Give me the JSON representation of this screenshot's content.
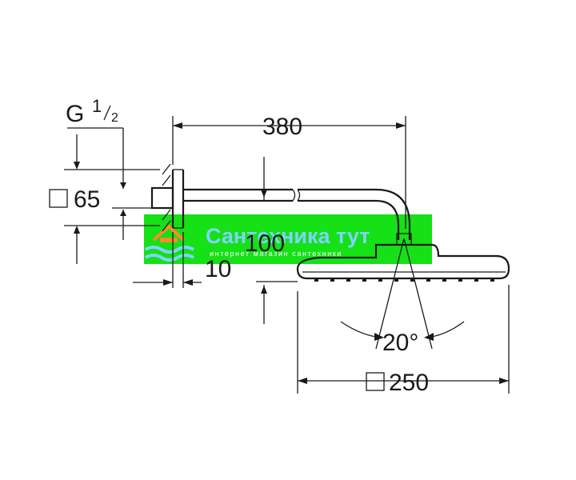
{
  "dimensions": {
    "thread_main": "G",
    "thread_num": "1",
    "thread_den": "2",
    "arm_length": "380",
    "flange_size": "65",
    "height_offset": "100",
    "flange_depth": "10",
    "angle": "20°",
    "head_size": "250"
  },
  "watermark": {
    "title": "Сантехника тут",
    "subtitle": "интернет магазин сантехники"
  },
  "colors": {
    "watermark_band": "#16e016",
    "watermark_text": "#7fd3ff",
    "watermark_logo": "#ff8a2a",
    "line": "#1a1a1a"
  }
}
